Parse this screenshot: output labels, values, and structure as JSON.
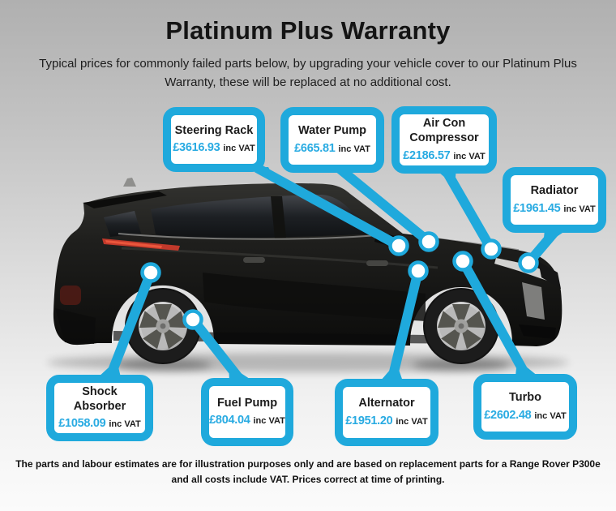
{
  "header": {
    "title": "Platinum Plus Warranty",
    "subtitle": "Typical prices for commonly failed parts below, by upgrading your vehicle cover to our Platinum Plus Warranty, these will be replaced at no additional cost."
  },
  "callouts": [
    {
      "id": "steering-rack",
      "label": "Steering Rack",
      "price": "£3616.93",
      "suffix": "inc VAT"
    },
    {
      "id": "water-pump",
      "label": "Water Pump",
      "price": "£665.81",
      "suffix": "inc VAT"
    },
    {
      "id": "air-con-compressor",
      "label": "Air Con Compressor",
      "price": "£2186.57",
      "suffix": "inc VAT"
    },
    {
      "id": "radiator",
      "label": "Radiator",
      "price": "£1961.45",
      "suffix": "inc VAT"
    },
    {
      "id": "shock-absorber",
      "label": "Shock Absorber",
      "price": "£1058.09",
      "suffix": "inc VAT"
    },
    {
      "id": "fuel-pump",
      "label": "Fuel Pump",
      "price": "£804.04",
      "suffix": "inc VAT"
    },
    {
      "id": "alternator",
      "label": "Alternator",
      "price": "£1951.20",
      "suffix": "inc VAT"
    },
    {
      "id": "turbo",
      "label": "Turbo",
      "price": "£2602.48",
      "suffix": "inc VAT"
    }
  ],
  "footer": {
    "text": "The parts and labour estimates are for illustration purposes only and are based on replacement parts for a Range Rover P300e and all costs include VAT. Prices correct at time of printing."
  },
  "colors": {
    "accent": "#1FA9DC",
    "price_text": "#29ABE2"
  },
  "vehicle": {
    "description": "black SUV side view facing right with 8 part markers"
  }
}
